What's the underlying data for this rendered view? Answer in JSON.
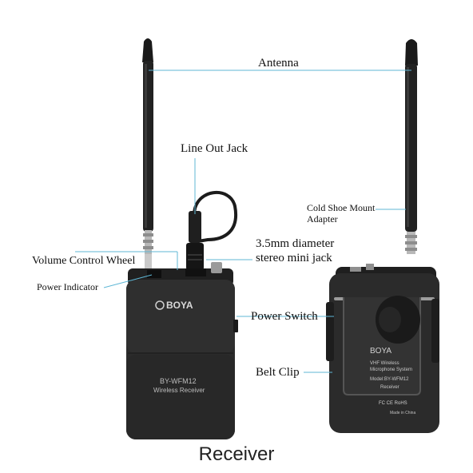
{
  "labels": {
    "antenna": "Antenna",
    "line_out_jack": "Line Out Jack",
    "cold_shoe_line1": "Cold Shoe Mount",
    "cold_shoe_line2": "Adapter",
    "jack_line1": "3.5mm diameter",
    "jack_line2": "stereo mini jack",
    "volume_wheel": "Volume Control Wheel",
    "power_indicator": "Power Indicator",
    "power_switch": "Power Switch",
    "belt_clip": "Belt Clip"
  },
  "front_device": {
    "brand": "BOYA",
    "model": "BY-WFM12",
    "name": "Wireless Receiver"
  },
  "back_device": {
    "brand": "BOYA",
    "line1": "VHF Wireless",
    "line2": "Microphone System",
    "model": "Model:BY-WFM12",
    "name": "Receiver",
    "certs": "FC  CE  RoHS",
    "origin": "Made in China"
  },
  "caption": "Receiver",
  "colors": {
    "leader_line": "#5fb7d6",
    "device_body": "#2b2b2b"
  }
}
